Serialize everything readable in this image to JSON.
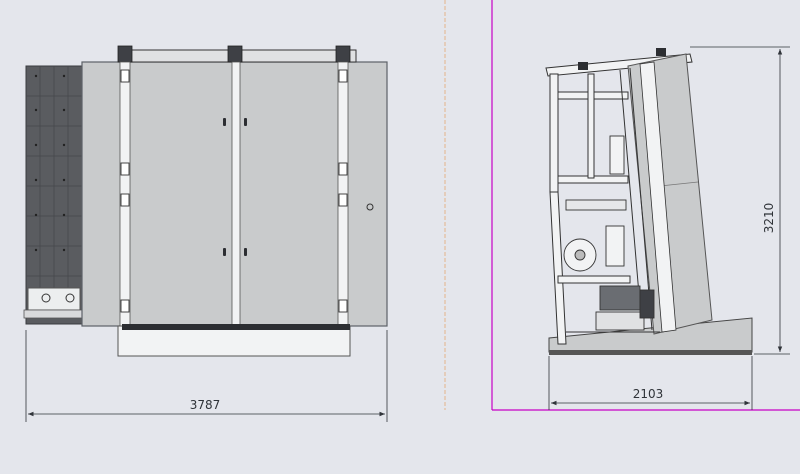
{
  "drawing": {
    "front_view": {
      "width_dimension": "3787"
    },
    "side_view": {
      "width_dimension": "2103",
      "height_dimension": "3210"
    }
  },
  "colors": {
    "background": "#e4e6ec",
    "panel_face": "#c9cbcc",
    "panel_edge": "#5d6168",
    "glass_grid": "#5a5c60",
    "frame_white": "#f2f3f4",
    "magenta_line": "#c600c6",
    "orange_line": "#e4b48a",
    "dimension_line": "#30343a"
  }
}
